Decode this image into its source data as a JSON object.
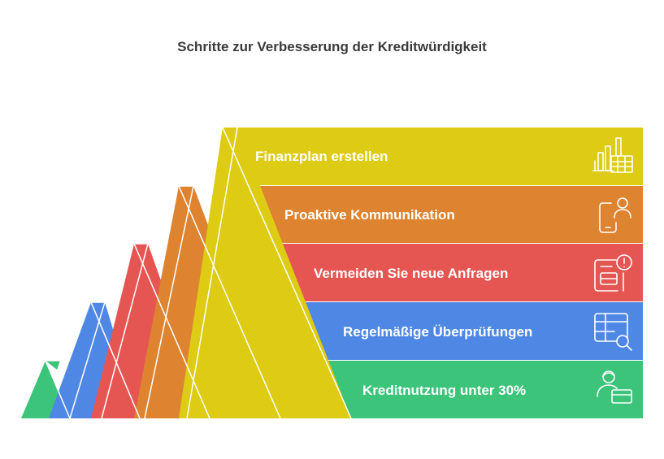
{
  "title": "Schritte zur Verbesserung der Kreditwürdigkeit",
  "steps": [
    {
      "label": "Finanzplan erstellen",
      "icon": "chart-table-icon",
      "color": "#DDCB14"
    },
    {
      "label": "Proaktive Kommunikation",
      "icon": "phone-person-icon",
      "color": "#DE8330"
    },
    {
      "label": "Vermeiden Sie neue Anfragen",
      "icon": "document-alert-icon",
      "color": "#E55653"
    },
    {
      "label": "Regelmäßige Überprüfungen",
      "icon": "table-search-icon",
      "color": "#4F88E4"
    },
    {
      "label": "Kreditnutzung unter 30%",
      "icon": "person-card-icon",
      "color": "#3CC47A"
    }
  ]
}
